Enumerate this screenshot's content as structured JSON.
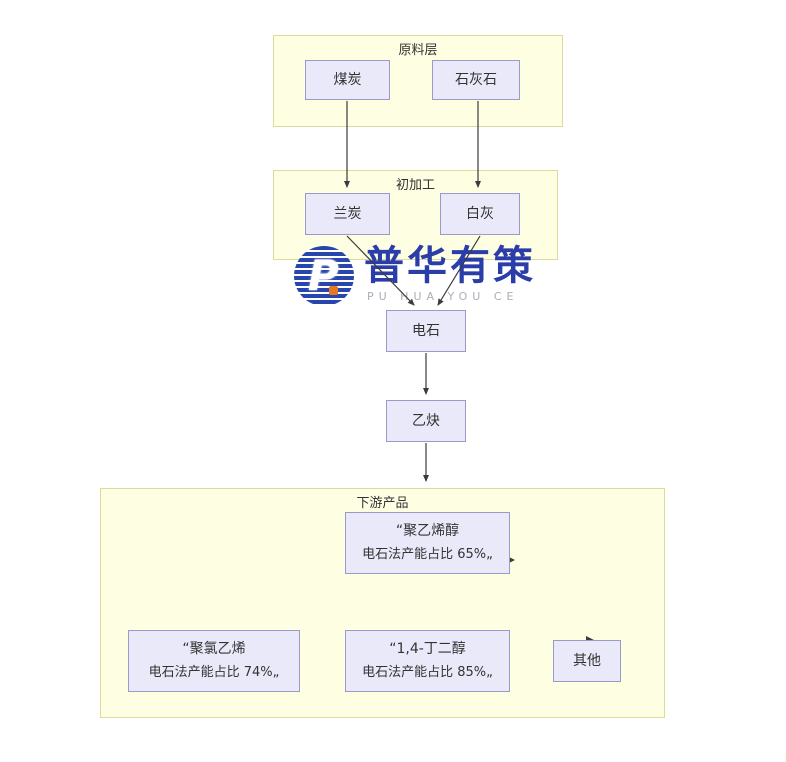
{
  "diagram": {
    "type": "flowchart",
    "description": "Calcium carbide industry chain flowchart"
  },
  "groups": {
    "raw": {
      "label": "原料层"
    },
    "processing": {
      "label": "初加工"
    },
    "downstream": {
      "label": "下游产品"
    }
  },
  "nodes": {
    "coal": {
      "label": "煤炭"
    },
    "limestone": {
      "label": "石灰石"
    },
    "semicoke": {
      "label": "兰炭"
    },
    "lime": {
      "label": "白灰"
    },
    "carbide": {
      "label": "电石"
    },
    "acetylene": {
      "label": "乙炔"
    },
    "pva": {
      "line1": "“聚乙烯醇",
      "line2": "电石法产能占比 65%„"
    },
    "pvc": {
      "line1": "“聚氯乙烯",
      "line2": "电石法产能占比 74%„"
    },
    "bdo": {
      "line1": "“1,4-丁二醇",
      "line2": "电石法产能占比 85%„"
    },
    "other": {
      "label": "其他"
    }
  },
  "edges": [
    {
      "from": "煤炭",
      "to": "兰炭"
    },
    {
      "from": "石灰石",
      "to": "白灰"
    },
    {
      "from": "兰炭",
      "to": "电石"
    },
    {
      "from": "白灰",
      "to": "电石"
    },
    {
      "from": "电石",
      "to": "乙炔"
    },
    {
      "from": "乙炔",
      "to": "下游产品"
    }
  ],
  "watermark": {
    "brand": "普华有策",
    "subtitle": "PU HUA YOU CE"
  },
  "colors": {
    "container_fill": "#fefee3",
    "container_border": "#dcdc9a",
    "node_fill": "#e9e9f9",
    "node_border": "#9a9ac9",
    "arrow": "#3b3b3b",
    "brand_blue": "#2b3da8",
    "logo_orange": "#e87722",
    "background": "#ffffff"
  }
}
